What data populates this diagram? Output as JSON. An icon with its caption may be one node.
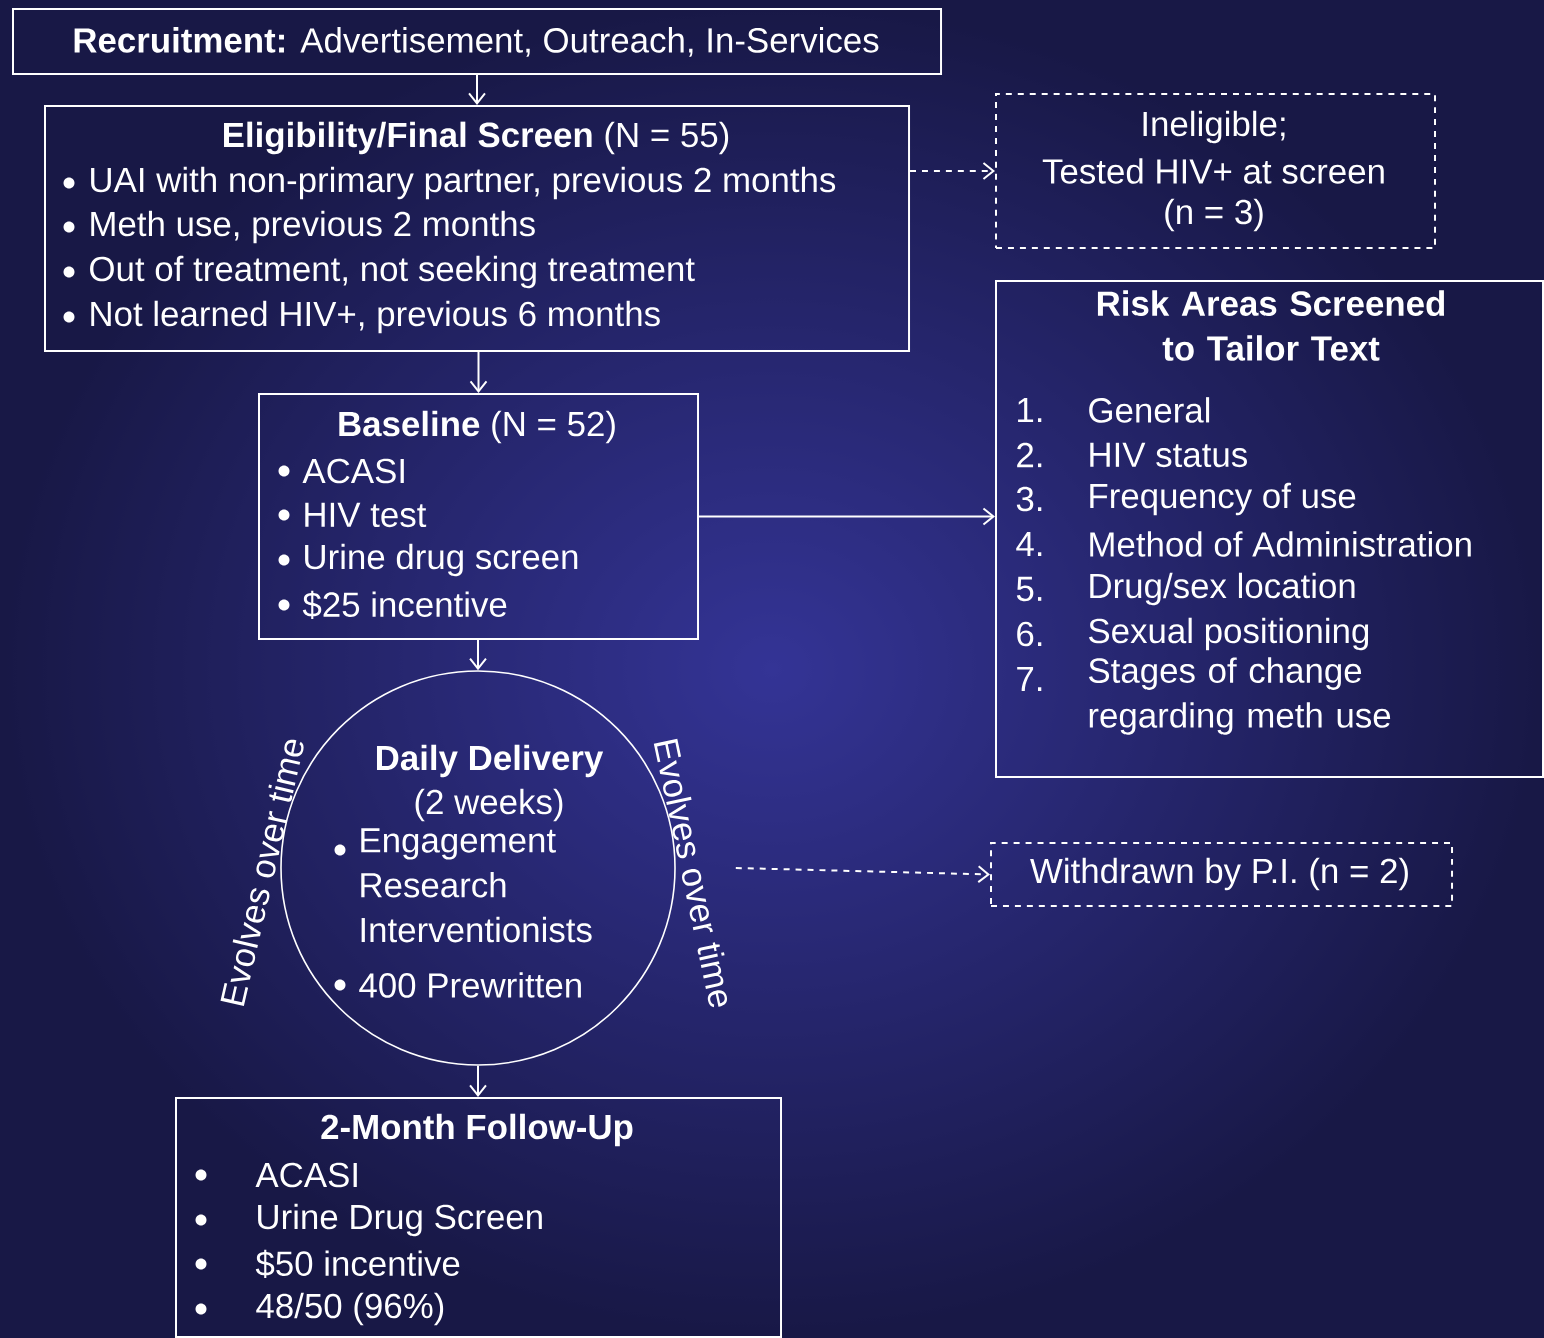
{
  "diagram": {
    "nodes": [
      {
        "text": [
          "**Recruitment:** Advertisement, Outreach, In-Services"
        ]
      },
      {
        "text": [
          "**Eligibility/Final Screen** (N = 55)",
          "UAI with non-primary partner, previous 2 months",
          "Meth use, previous 2 months",
          "Out of treatment, not seeking treatment",
          "Not learned HIV+, previous 6 months"
        ]
      },
      {
        "text": [
          "Ineligible;",
          "Tested HIV+ at screen",
          "(n = 3)"
        ]
      },
      {
        "text": [
          "Risk Areas Screened to Tailor Text",
          "1.",
          "General",
          "2.",
          "HIV status",
          "3.",
          "Frequency of use",
          "4.",
          "Method of Administration",
          "5.",
          "Drug/sex location",
          "6.",
          "Sexual positioning",
          "7.",
          "Stages of change regarding meth use"
        ]
      },
      {
        "text": [
          "**Baseline** (N = 52)",
          "ACASI",
          "HIV test",
          "Urine drug screen",
          "$25 incentive"
        ]
      },
      {
        "text": [
          "Daily Delivery",
          "(2 weeks)",
          "Engagement Research Interventionists",
          "400 Prewritten"
        ],
        "beside": [
          "Evolves over time",
          "Evolves over time"
        ]
      },
      {
        "text": [
          "Withdrawn by P.I. (n = 2)"
        ]
      },
      {
        "text": [
          "2-Month Follow-Up",
          "ACASI",
          "Urine Drug Screen",
          "$50 incentive",
          "48/50 (96%)"
        ]
      }
    ],
    "edges": [
      {
        "from": 0,
        "to": 1,
        "arrow": "to"
      },
      {
        "from": 1,
        "to": 2,
        "arrow": "to",
        "style": "dashed"
      },
      {
        "from": 1,
        "to": 4,
        "arrow": "to"
      },
      {
        "from": 4,
        "to": 3,
        "arrow": "to"
      },
      {
        "from": 4,
        "to": 5,
        "arrow": "to"
      },
      {
        "from": 5,
        "to": 6,
        "arrow": "to",
        "style": "dashed"
      },
      {
        "from": 5,
        "to": 7,
        "arrow": "to"
      }
    ]
  }
}
